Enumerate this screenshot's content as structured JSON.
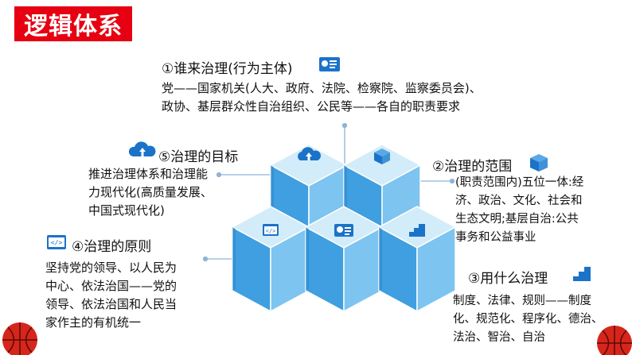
{
  "title": "逻辑体系",
  "sections": {
    "who": {
      "heading": "①谁来治理(行为主体)",
      "lines": [
        "党——国家机关(人大、政府、法院、检察院、监察委员会)、",
        "政协、基层群众性自治组织、公民等——各自的职责要求"
      ],
      "icon": "id-card-icon"
    },
    "goal": {
      "heading": "⑤治理的目标",
      "lines": [
        "推进治理体系和治理能",
        "力现代化(高质量发展、",
        "中国式现代化)"
      ],
      "icon": "cloud-upload-icon"
    },
    "scope": {
      "heading": "②治理的范围",
      "lines": [
        "(职责范围内)五位一体:经",
        "济、政治、文化、社会和",
        "生态文明;基层自治:公共",
        "事务和公益事业"
      ],
      "icon": "box-icon"
    },
    "principle": {
      "heading": "④治理的原则",
      "lines": [
        "坚持党的领导、以人民为",
        "中心、依法治国——党的",
        "领导、依法治国和人民当",
        "家作主的有机统一"
      ],
      "icon": "code-window-icon"
    },
    "means": {
      "heading": "③用什么治理",
      "lines": [
        "制度、法律、规则——制度",
        "化、规范化、程序化、德治、",
        "法治、智治、自治"
      ],
      "icon": "stairs-icon"
    }
  },
  "colors": {
    "title_bg": "#e60012",
    "cube_top": "#cfeaf8",
    "cube_left": "#3d9de0",
    "cube_right": "#7cc3f0",
    "icon_blue": "#1a73c8",
    "connector": "#8fb4d8",
    "ball": "#d6261c"
  }
}
